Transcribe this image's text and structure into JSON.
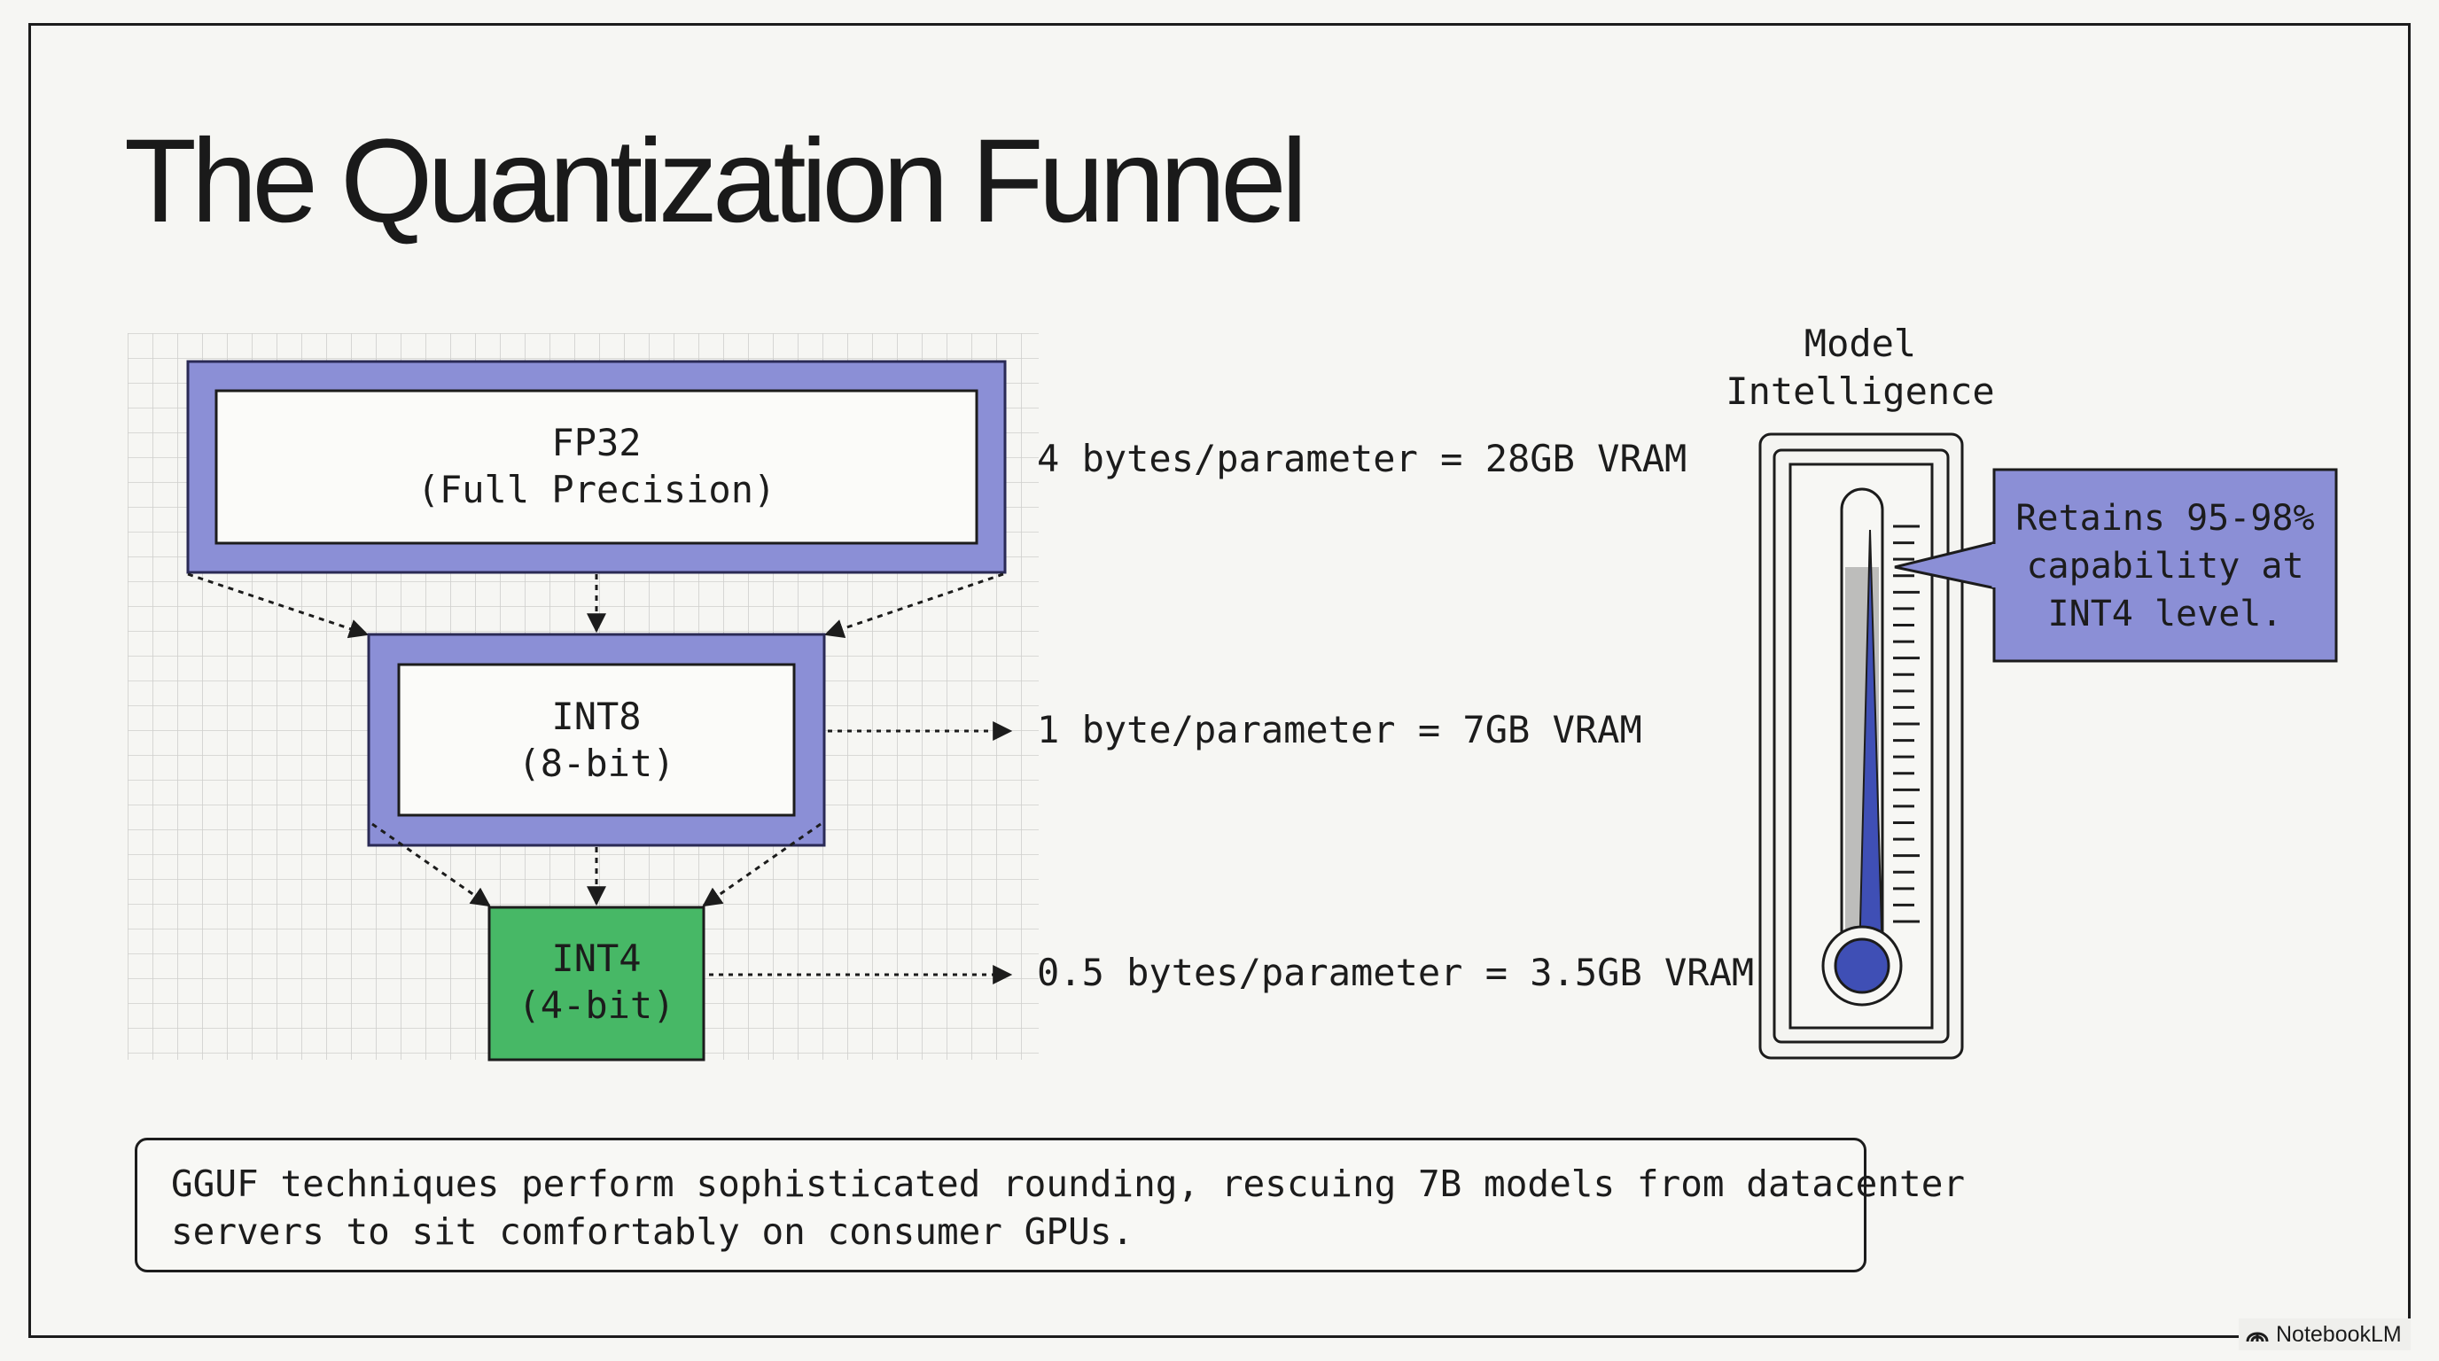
{
  "slide": {
    "title": "The Quantization Funnel"
  },
  "funnel": {
    "tiers": [
      {
        "name": "FP32",
        "desc": "(Full Precision)",
        "annotation": "4 bytes/parameter = 28GB VRAM",
        "color": "#8b8fd6"
      },
      {
        "name": "INT8",
        "desc": "(8-bit)",
        "annotation": "1 byte/parameter = 7GB VRAM",
        "color": "#8b8fd6"
      },
      {
        "name": "INT4",
        "desc": "(4-bit)",
        "annotation": "0.5 bytes/parameter = 3.5GB VRAM",
        "color": "#47b866"
      }
    ]
  },
  "thermometer": {
    "label_line1": "Model",
    "label_line2": "Intelligence",
    "callout_line1": "Retains 95-98%",
    "callout_line2": "capability at",
    "callout_line3": "INT4 level.",
    "callout_color": "#8b8fd6",
    "fill_color": "#3f4fb5",
    "retained_percent_range": [
      95,
      98
    ]
  },
  "footer": {
    "line1": "GGUF techniques perform sophisticated rounding, rescuing 7B models from datacenter",
    "line2": "servers to sit comfortably on consumer GPUs."
  },
  "brand": {
    "name": "NotebookLM",
    "icon": "notebooklm-logo-icon"
  }
}
